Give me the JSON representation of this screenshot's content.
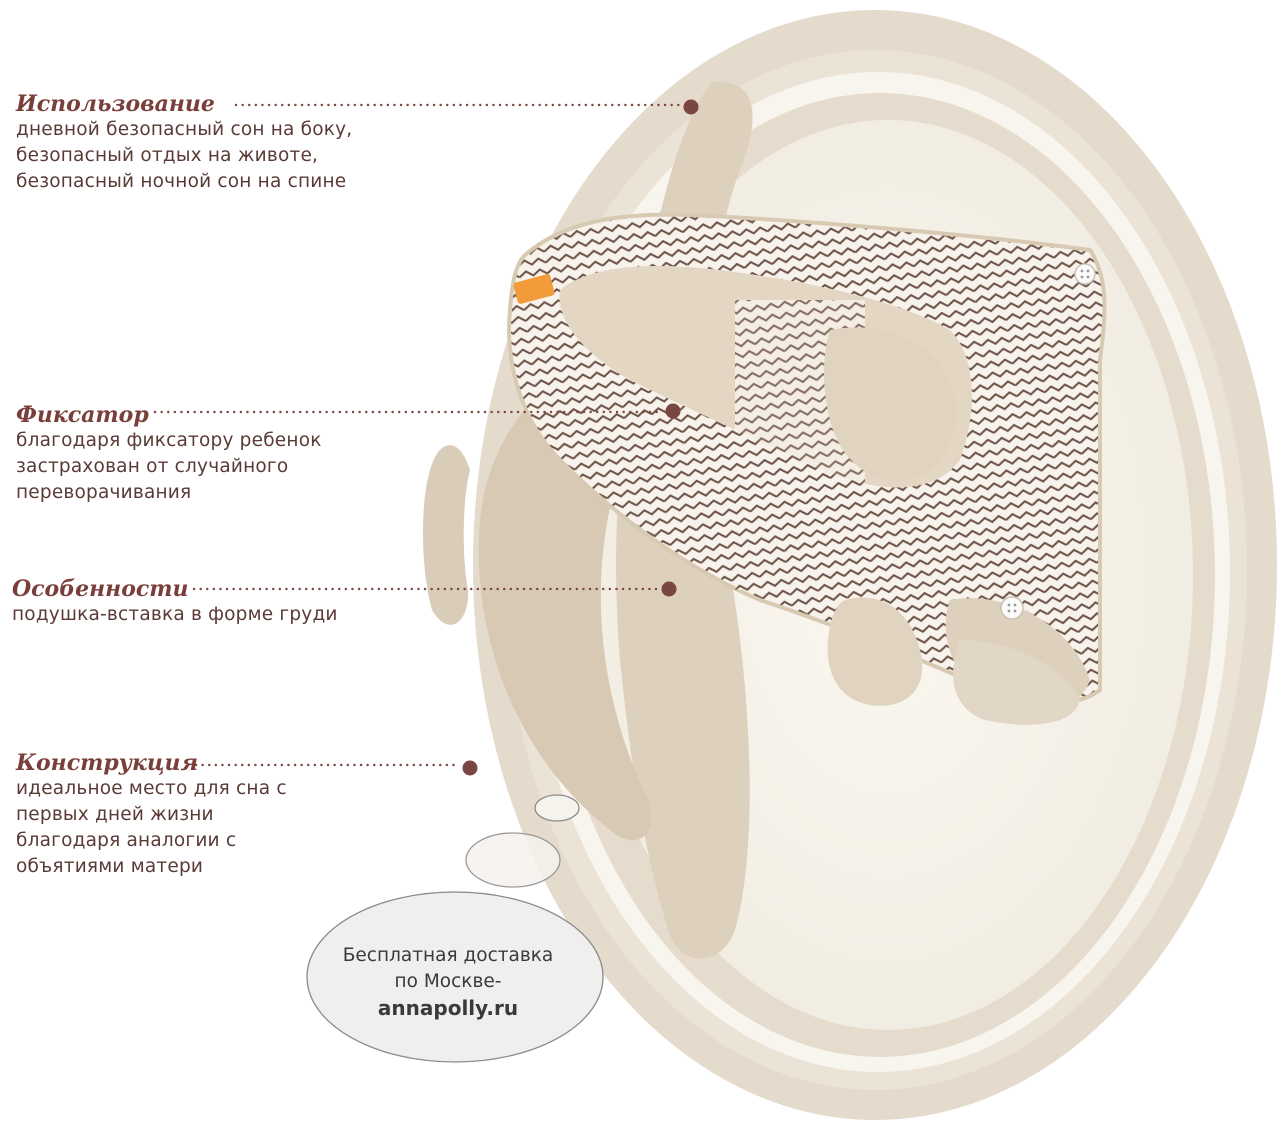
{
  "colors": {
    "accent": "#7a3f3a",
    "text": "#5a3a36",
    "dot": "#7a4642",
    "delivery_text": "#3a3a3a",
    "bubble_stroke": "#8a8a8a"
  },
  "callouts": {
    "usage": {
      "title": "Использование",
      "lines": [
        "дневной безопасный сон на боку,",
        "безопасный отдых на животе,",
        "безопасный ночной сон на спине"
      ]
    },
    "lock": {
      "title": "Фиксатор",
      "lines": [
        "благодаря фиксатору ребенок",
        "застрахован от случайного",
        "переворачивания"
      ]
    },
    "feature": {
      "title": "Особенности",
      "lines": [
        "подушка-вставка в форме груди"
      ]
    },
    "design": {
      "title": "Конструкция",
      "lines": [
        "идеальное место для сна с",
        "первых дней жизни",
        "благодаря аналогии с",
        "объятиями матери"
      ]
    }
  },
  "delivery": {
    "line1": "Бесплатная доставка",
    "line2": "по Москве-",
    "site": "annapolly.ru"
  }
}
